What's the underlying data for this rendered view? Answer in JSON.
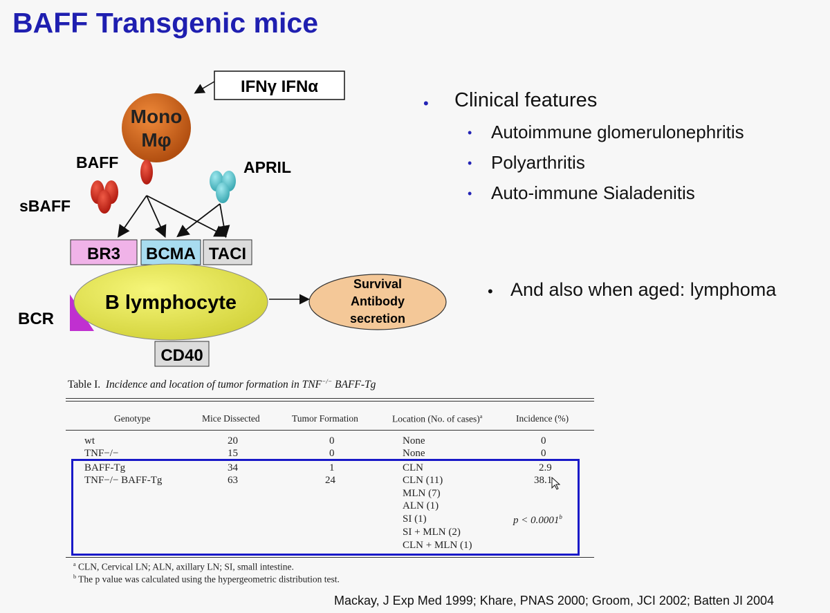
{
  "slide": {
    "title": "BAFF Transgenic mice"
  },
  "diagram": {
    "ifn_box": "IFNγ IFNα",
    "mono_line1": "Mono",
    "mono_line2": "Mφ",
    "baff": "BAFF",
    "sbaff": "sBAFF",
    "april": "APRIL",
    "br3": "BR3",
    "bcma": "BCMA",
    "taci": "TACI",
    "b_lymphocyte": "B lymphocyte",
    "bcr": "BCR",
    "cd40": "CD40",
    "survival_line1": "Survival",
    "survival_line2": "Antibody",
    "survival_line3": "secretion",
    "colors": {
      "mono": "#d2681e",
      "baff": "#d42a1a",
      "april": "#5ec8cf",
      "br3": "#f0b3e8",
      "bcma": "#a8dcf0",
      "taci": "#dcdcdc",
      "b_cell": "#eaea50",
      "bcr": "#c030d0",
      "survival": "#f4c898"
    }
  },
  "bullets": {
    "main": "Clinical features",
    "sub": [
      "Autoimmune glomerulonephritis",
      "Polyarthritis",
      "Auto-immune Sialadenitis"
    ],
    "aged": "And also when aged: lymphoma"
  },
  "table": {
    "caption_label": "Table I.",
    "caption_text": "Incidence and location of tumor formation in TNF",
    "caption_sup": "−/−",
    "caption_end": " BAFF-Tg",
    "headers": [
      "Genotype",
      "Mice Dissected",
      "Tumor Formation",
      "Location (No. of cases)",
      "Incidence (%)"
    ],
    "header_sup": "a",
    "rows": [
      {
        "genotype": "wt",
        "dissected": "20",
        "tumor": "0",
        "location": "None",
        "incidence": "0"
      },
      {
        "genotype": "TNF−/−",
        "dissected": "15",
        "tumor": "0",
        "location": "None",
        "incidence": "0"
      },
      {
        "genotype": "BAFF-Tg",
        "dissected": "34",
        "tumor": "1",
        "location": "CLN",
        "incidence": "2.9"
      },
      {
        "genotype": "TNF−/− BAFF-Tg",
        "dissected": "63",
        "tumor": "24",
        "location": "CLN (11)",
        "incidence": "38.1"
      }
    ],
    "extra_locations": [
      "MLN (7)",
      "ALN (1)",
      "SI (1)",
      "SI + MLN (2)",
      "CLN + MLN (1)"
    ],
    "p_value": "p < 0.0001",
    "p_sup": "b",
    "footnote_a_mark": "a",
    "footnote_a": " CLN, Cervical LN; ALN, axillary LN; SI, small intestine.",
    "footnote_b_mark": "b",
    "footnote_b": " The p value was calculated using the hypergeometric distribution test."
  },
  "citation": "Mackay, J Exp Med 1999; Khare, PNAS 2000; Groom, JCI 2002; Batten JI 2004"
}
